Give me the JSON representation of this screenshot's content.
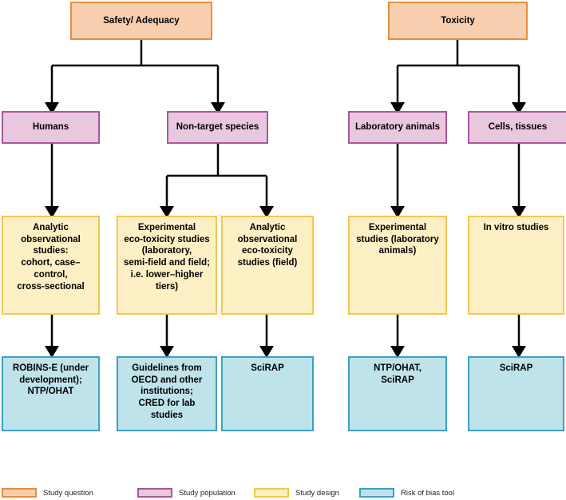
{
  "boxes": {
    "safety": "Safety/ Adequacy",
    "toxicity": "Toxicity",
    "humans": "Humans",
    "nontarget": "Non-target species",
    "lab_animals": "Laboratory animals",
    "cells": "Cells, tissues",
    "analytic_obs": "Analytic\nobservational\nstudies:\ncohort, case–control,\ncross-sectional",
    "experimental_eco": "Experimental\neco-toxicity studies\n(laboratory,\nsemi-field and field;\ni.e. lower–higher\ntiers)",
    "analytic_eco": "Analytic\nobservational\neco-toxicity\nstudies (field)",
    "experimental_lab": "Experimental\nstudies (laboratory\nanimals)",
    "in_vitro": "In vitro studies",
    "robins": "ROBINS-E (under\ndevelopment);\nNTP/OHAT",
    "guidelines": "Guidelines from\nOECD and other\ninstitutions;\nCRED for lab studies",
    "scirap_1": "SciRAP",
    "ntp_scirap": "NTP/OHAT,\nSciRAP",
    "scirap_2": "SciRAP"
  },
  "legend": [
    {
      "label": "Study question",
      "fill": "#f7cfae",
      "border": "#e98c3d"
    },
    {
      "label": "Study population",
      "fill": "#e9c8df",
      "border": "#a8579a"
    },
    {
      "label": "Study design",
      "fill": "#fdf0c4",
      "border": "#f2c94c"
    },
    {
      "label": "Risk of bias tool",
      "fill": "#bfe3ea",
      "border": "#3f9fc4"
    }
  ],
  "colors": {
    "connector": "#000000"
  }
}
